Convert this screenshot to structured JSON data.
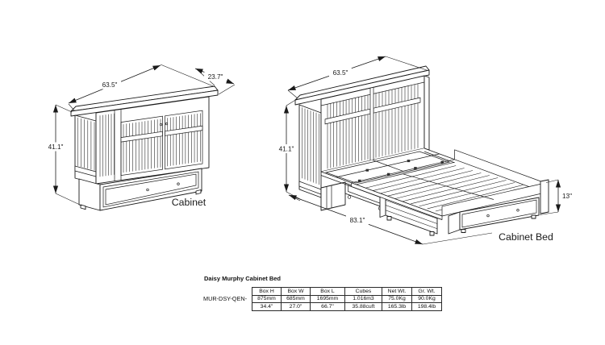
{
  "views": {
    "cabinet": {
      "label": "Cabinet",
      "dims": {
        "width": "63.5\"",
        "depth": "23.7\"",
        "height": "41.1\""
      }
    },
    "cabinet_bed": {
      "label": "Cabinet Bed",
      "dims": {
        "width": "63.5\"",
        "height": "41.1\"",
        "length": "83.1\"",
        "drawer_height": "13\""
      }
    }
  },
  "spec_table": {
    "title": "Daisy Murphy Cabinet Bed",
    "row_label": "MUR-DSY-QEN-",
    "columns": [
      "Box H",
      "Box W",
      "Box L",
      "Cubes",
      "Net Wt.",
      "Gr. Wt."
    ],
    "rows": [
      [
        "875mm",
        "685mm",
        "1695mm",
        "1.016m3",
        "75.0Kg",
        "90.0Kg"
      ],
      [
        "34.4\"",
        "27.0\"",
        "66.7\"",
        "35.88cuft",
        "165.3lb",
        "198.4lb"
      ]
    ]
  },
  "colors": {
    "line": "#1a1a1a",
    "background": "#ffffff"
  }
}
